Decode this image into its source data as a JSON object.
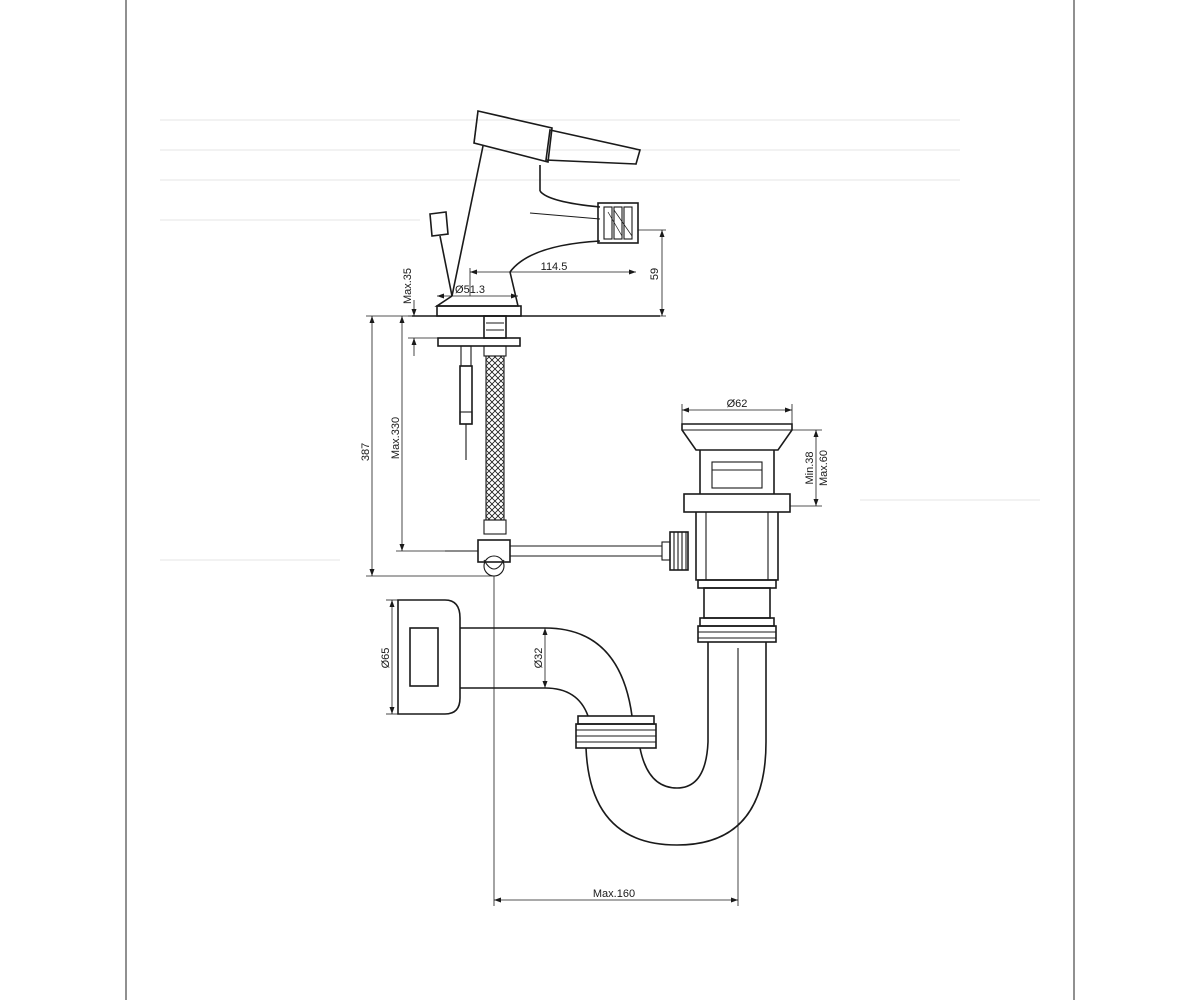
{
  "dimensions": {
    "spout_reach": "114.5",
    "spout_height": "59",
    "base_diameter": "Ø51.3",
    "deck_thickness": "Max.35",
    "total_height": "387",
    "hose_length": "Max.330",
    "waste_diameter": "Ø62",
    "waste_height": "Min.38\nMax.60",
    "waste_height_min": "Min.38",
    "waste_height_max": "Max.60",
    "wall_flange_diameter": "Ø65",
    "trap_pipe_diameter": "Ø32",
    "trap_offset": "Max.160"
  }
}
